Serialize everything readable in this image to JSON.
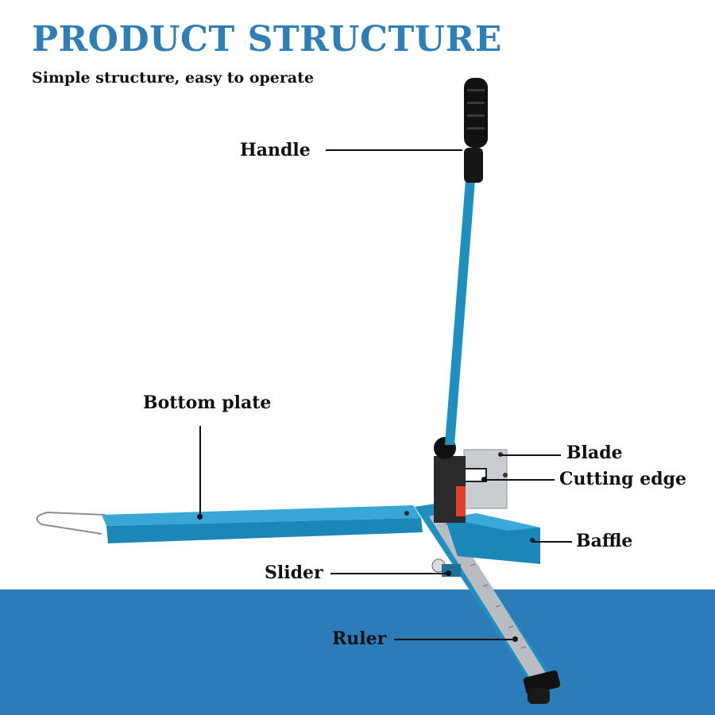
{
  "header": {
    "title": "PRODUCT STRUCTURE",
    "subtitle": "Simple structure, easy to operate"
  },
  "labels": {
    "handle": "Handle",
    "bottom_plate": "Bottom plate",
    "blade": "Blade",
    "cutting_edge": "Cutting edge",
    "baffle": "Baffle",
    "slider": "Slider",
    "ruler": "Ruler"
  },
  "colors": {
    "title": "#2e7fb8",
    "band": "#2b7cb8",
    "tool_blue": "#1f8fc0",
    "handle_grip": "#111111",
    "blade_metal": "#c9ccd0",
    "ruler_metal": "#b9bdc2",
    "spring": "#e0402a"
  }
}
